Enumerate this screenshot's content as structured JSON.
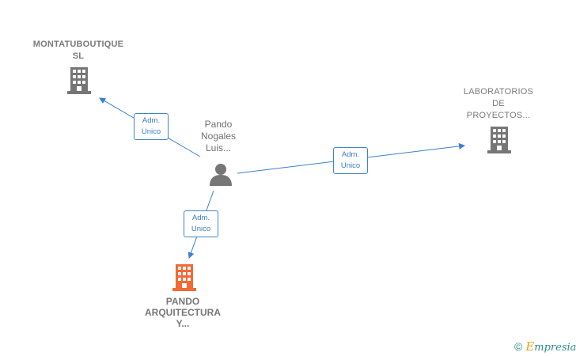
{
  "nodes": {
    "montatuboutique": {
      "lines": [
        "MONTATUBOUTIQUE",
        "SL"
      ],
      "icon": "building-icon",
      "color": "#767676"
    },
    "laboratorios": {
      "lines": [
        "LABORATORIOS",
        "DE",
        "PROYECTOS..."
      ],
      "icon": "building-icon",
      "color": "#767676"
    },
    "pando_arquitectura": {
      "lines": [
        "PANDO",
        "ARQUITECTURA",
        "Y..."
      ],
      "icon": "building-icon",
      "color": "#f26a35"
    },
    "person": {
      "lines": [
        "Pando",
        "Nogales",
        "Luis..."
      ],
      "icon": "person-icon",
      "color": "#767676"
    }
  },
  "edges": [
    {
      "from": "person",
      "to": "montatuboutique",
      "label": [
        "Adm.",
        "Unico"
      ]
    },
    {
      "from": "person",
      "to": "laboratorios",
      "label": [
        "Adm.",
        "Unico"
      ]
    },
    {
      "from": "person",
      "to": "pando_arquitectura",
      "label": [
        "Adm.",
        "Unico"
      ]
    }
  ],
  "edge_color": "#3a7fd0",
  "watermark": {
    "symbol": "©",
    "brand_first": "E",
    "brand_rest": "mpresia"
  }
}
